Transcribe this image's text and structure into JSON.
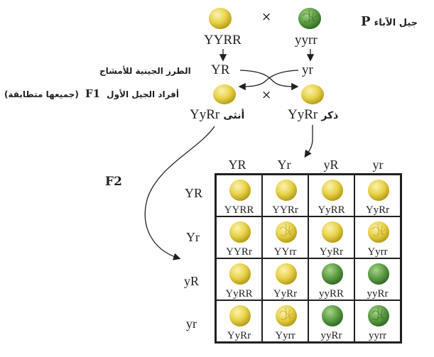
{
  "parents": {
    "label_ar": "جيل الآباء",
    "label_letter": "P",
    "left": {
      "genotype": "YYRR",
      "pea": "yellow-round"
    },
    "right": {
      "genotype": "yyrr",
      "pea": "green-wrinkled"
    },
    "cross_symbol": "×"
  },
  "gametes": {
    "label_ar": "الطرز الجينية للأمشاج",
    "left": "YR",
    "right": "yr"
  },
  "f1": {
    "label_letter": "F1",
    "label_ar": "أفراد الجيل الأول",
    "note_ar": "(جميعها متطابقة)",
    "female": {
      "word_ar": "أنثى",
      "genotype": "YyRr"
    },
    "male": {
      "word_ar": "ذكر",
      "genotype": "YyRr"
    },
    "cross_symbol": "×"
  },
  "f2": {
    "label": "F2",
    "columns": [
      "YR",
      "Yr",
      "yR",
      "yr"
    ],
    "rows": [
      {
        "header": "YR",
        "cells": [
          {
            "genotype": "YYRR",
            "pea": "yellow-round"
          },
          {
            "genotype": "YYRr",
            "pea": "yellow-round"
          },
          {
            "genotype": "YyRR",
            "pea": "yellow-round"
          },
          {
            "genotype": "YyRr",
            "pea": "yellow-round"
          }
        ]
      },
      {
        "header": "Yr",
        "cells": [
          {
            "genotype": "YYRr",
            "pea": "yellow-round"
          },
          {
            "genotype": "YYrr",
            "pea": "yellow-wrinkled"
          },
          {
            "genotype": "YyRr",
            "pea": "yellow-round"
          },
          {
            "genotype": "Yyrr",
            "pea": "yellow-wrinkled"
          }
        ]
      },
      {
        "header": "yR",
        "cells": [
          {
            "genotype": "YyRR",
            "pea": "yellow-round"
          },
          {
            "genotype": "YyRr",
            "pea": "yellow-round"
          },
          {
            "genotype": "yyRR",
            "pea": "green-round"
          },
          {
            "genotype": "yyRr",
            "pea": "green-round"
          }
        ]
      },
      {
        "header": "yr",
        "cells": [
          {
            "genotype": "YyRr",
            "pea": "yellow-round"
          },
          {
            "genotype": "Yyrr",
            "pea": "yellow-wrinkled"
          },
          {
            "genotype": "yyRr",
            "pea": "green-round"
          },
          {
            "genotype": "yyrr",
            "pea": "green-wrinkled"
          }
        ]
      }
    ]
  },
  "colors": {
    "yellow": "#e8d24a",
    "yellow_light": "#fbf3b0",
    "yellow_dark": "#b49a14",
    "green": "#5f9e45",
    "green_light": "#a8d48a",
    "green_dark": "#2f6a24",
    "line": "#231f20"
  }
}
